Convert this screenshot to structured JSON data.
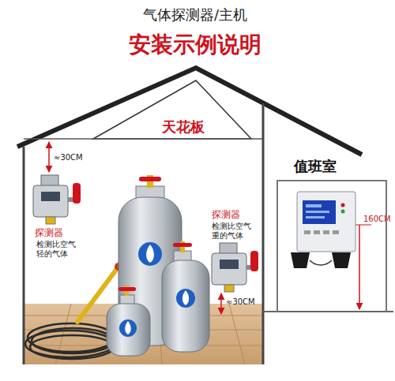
{
  "diagram": {
    "title": "气体探测器/主机",
    "nodes": [
      {
        "text": [
          "值班室"
        ]
      }
    ],
    "labels": [
      "安装示例说明",
      "天花板",
      "≈30CM",
      "探测器",
      "检测比空气轻的气体",
      "探测器",
      "检测比空气重的气体",
      "≈30CM",
      "160CM"
    ]
  }
}
